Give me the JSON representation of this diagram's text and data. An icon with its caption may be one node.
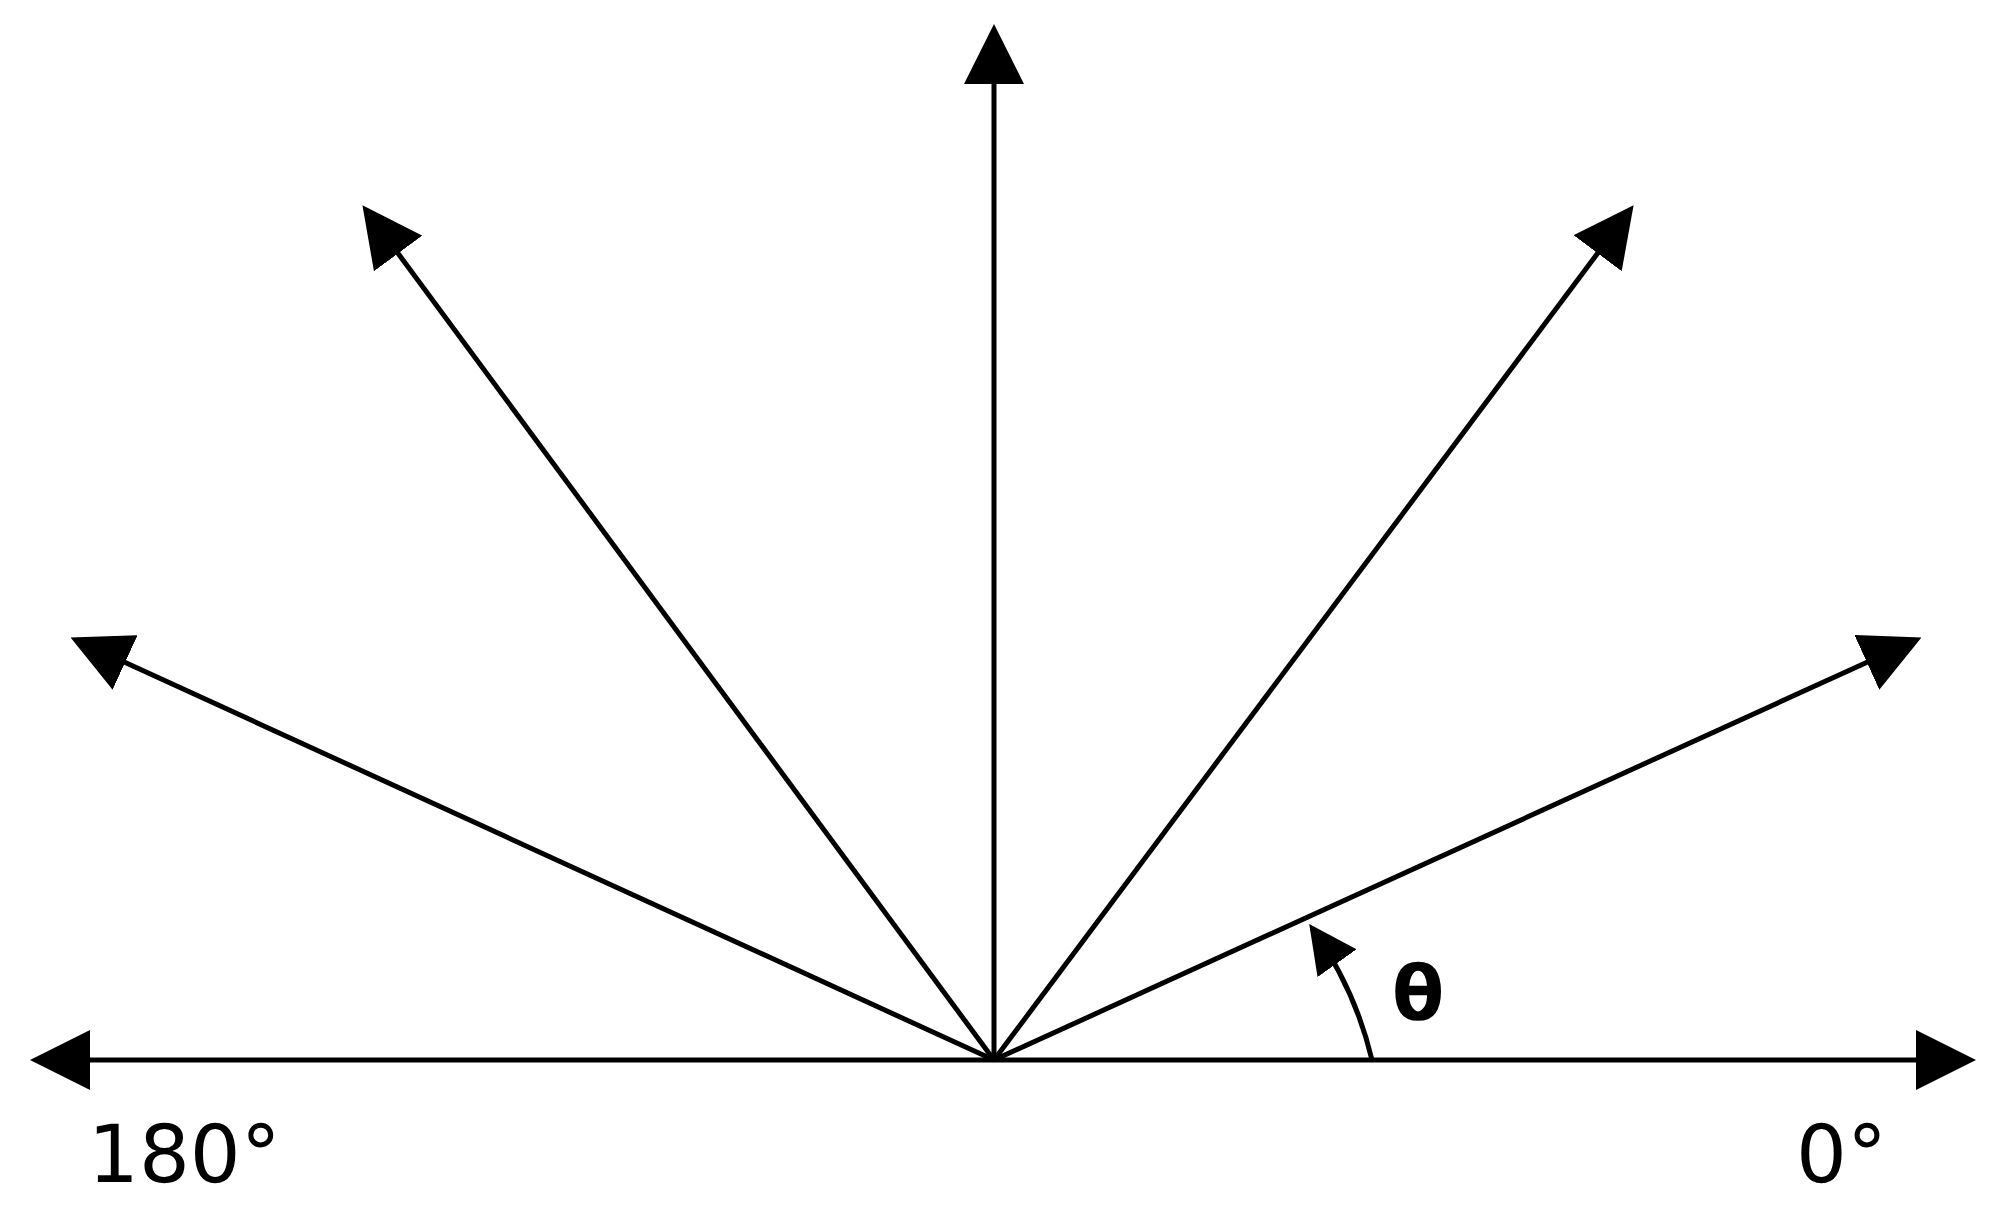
{
  "diagram": {
    "labels": [
      "θ",
      "180°",
      "0°"
    ]
  }
}
